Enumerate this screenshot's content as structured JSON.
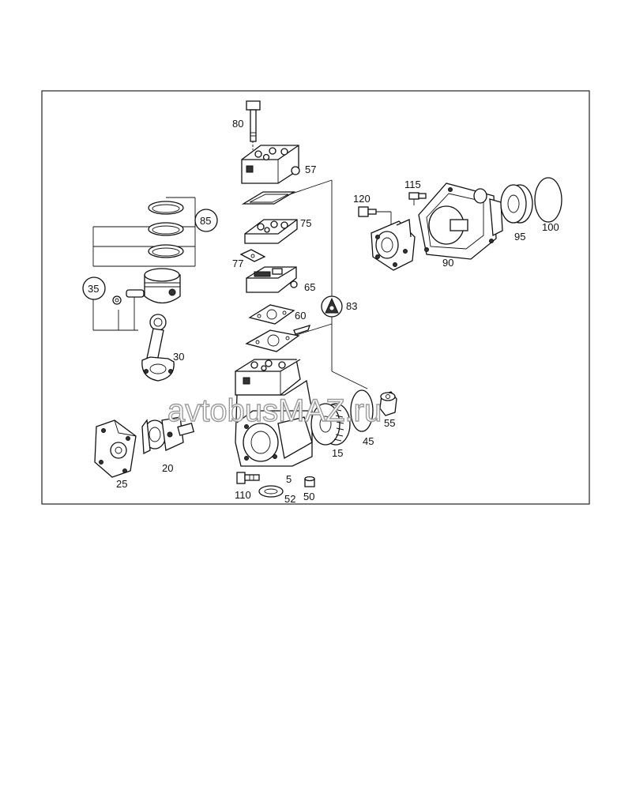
{
  "watermark": "avtobusMAZ.ru",
  "labels": {
    "p80": "80",
    "p57": "57",
    "p75": "75",
    "p77": "77",
    "p65": "65",
    "p60": "60",
    "p83": "83",
    "p85": "85",
    "p35": "35",
    "p30": "30",
    "p25": "25",
    "p20": "20",
    "p5": "5",
    "p110": "110",
    "p52": "52",
    "p50": "50",
    "p15": "15",
    "p45": "45",
    "p55": "55",
    "p120": "120",
    "p115": "115",
    "p90": "90",
    "p95": "95",
    "p100": "100"
  }
}
